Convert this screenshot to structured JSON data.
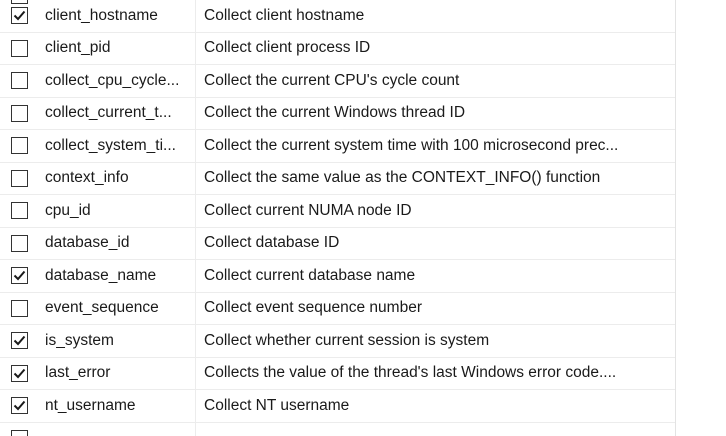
{
  "rows": [
    {
      "checked": false,
      "name": "",
      "description": ""
    },
    {
      "checked": true,
      "name": "client_hostname",
      "description": "Collect client hostname"
    },
    {
      "checked": false,
      "name": "client_pid",
      "description": "Collect client process ID"
    },
    {
      "checked": false,
      "name": "collect_cpu_cycle...",
      "description": "Collect the current CPU's cycle count"
    },
    {
      "checked": false,
      "name": "collect_current_t...",
      "description": "Collect the current Windows thread ID"
    },
    {
      "checked": false,
      "name": "collect_system_ti...",
      "description": "Collect the current system time with 100 microsecond prec..."
    },
    {
      "checked": false,
      "name": "context_info",
      "description": "Collect the same value as the CONTEXT_INFO() function"
    },
    {
      "checked": false,
      "name": "cpu_id",
      "description": "Collect current NUMA node ID"
    },
    {
      "checked": false,
      "name": "database_id",
      "description": "Collect database ID"
    },
    {
      "checked": true,
      "name": "database_name",
      "description": "Collect current database name"
    },
    {
      "checked": false,
      "name": "event_sequence",
      "description": "Collect event sequence number"
    },
    {
      "checked": true,
      "name": "is_system",
      "description": "Collect whether current session is system"
    },
    {
      "checked": true,
      "name": "last_error",
      "description": "Collects the value of the thread's last Windows error code...."
    },
    {
      "checked": true,
      "name": "nt_username",
      "description": "Collect NT username"
    },
    {
      "checked": false,
      "name": "",
      "description": ""
    }
  ]
}
